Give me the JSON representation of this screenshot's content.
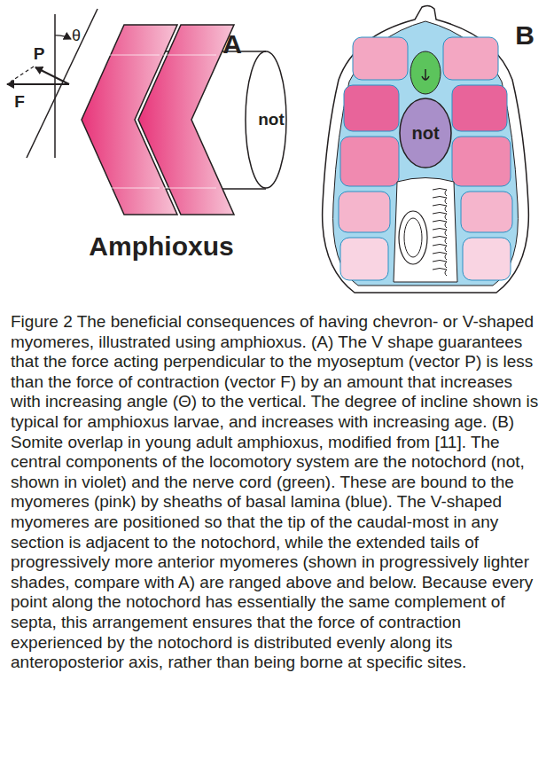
{
  "diagram": {
    "caption": "Figure 2 The beneficial consequences of having chevron- or V-shaped myomeres, illustrated using amphioxus. (A) The V shape guarantees that the force acting perpendicular to the myoseptum (vector P) is less than the force of contraction (vector F) by an amount that increases with increasing angle (Θ) to the vertical. The degree of incline shown is typical for amphioxus larvae, and increases with increasing age. (B) Somite overlap in young adult amphioxus, modified from [11]. The central components of the locomotory system are the notochord (not, shown in violet) and the nerve cord (green). These are bound to the myomeres (pink) by sheaths of basal lamina (blue). The V-shaped myomeres are positioned so that the tip of the caudal-most in any section is adjacent to the notochord, while the extended tails of progressively more anterior myomeres (shown in progressively lighter shades, compare with A) are ranged above and below. Because every point along the notochord has essentially the same complement of septa, this arrangement ensures that the force of contraction experienced by the notochord is distributed evenly along its anteroposterior axis, rather than being borne at specific sites.",
    "nodes": [
      {
        "text": [
          "not"
        ]
      },
      {
        "text": [
          "not"
        ]
      }
    ],
    "labels": [
      "A",
      "P",
      "F",
      "θ",
      "Amphioxus",
      "B"
    ]
  }
}
